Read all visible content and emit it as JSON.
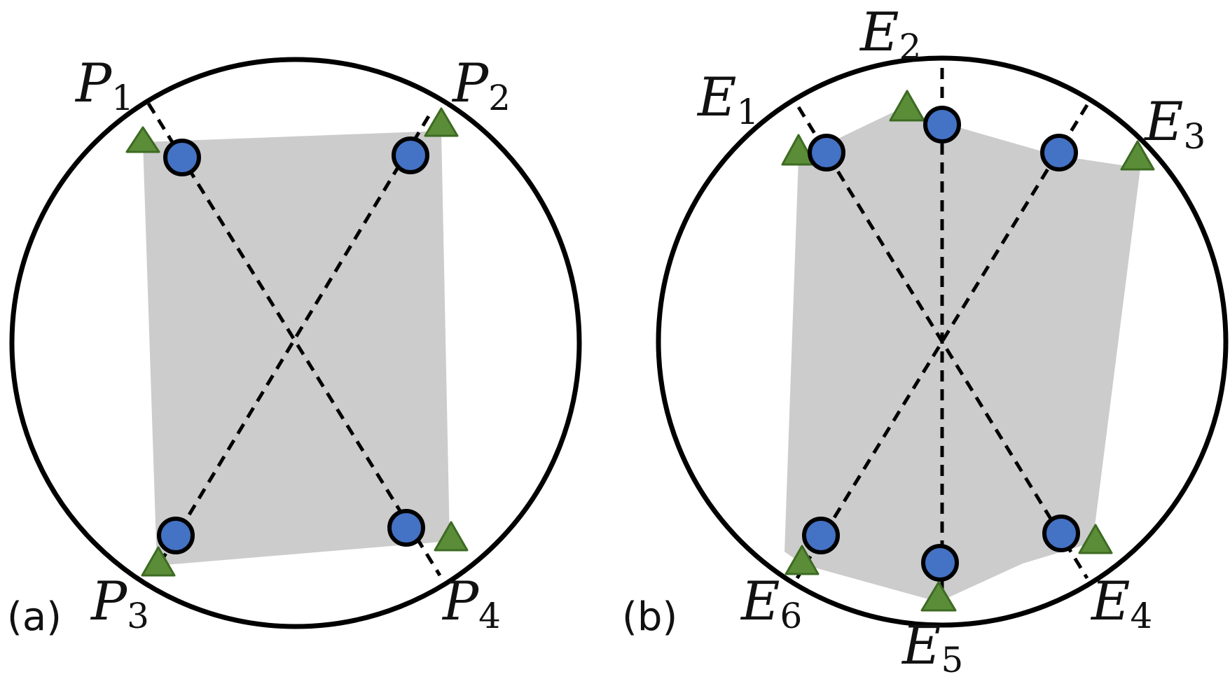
{
  "colors": {
    "circle_stroke": "#000000",
    "region_fill": "#cccccc",
    "dot_fill": "#4472c4",
    "triangle_fill": "#5b8c38",
    "triangle_stroke": "#3d6b22",
    "dash_line": "#000000"
  },
  "panels": [
    {
      "id": "a",
      "label": "(a)",
      "points": [
        {
          "base": "P",
          "sub": "1"
        },
        {
          "base": "P",
          "sub": "2"
        },
        {
          "base": "P",
          "sub": "3"
        },
        {
          "base": "P",
          "sub": "4"
        }
      ]
    },
    {
      "id": "b",
      "label": "(b)",
      "points": [
        {
          "base": "E",
          "sub": "1"
        },
        {
          "base": "E",
          "sub": "2"
        },
        {
          "base": "E",
          "sub": "3"
        },
        {
          "base": "E",
          "sub": "4"
        },
        {
          "base": "E",
          "sub": "5"
        },
        {
          "base": "E",
          "sub": "6"
        }
      ]
    }
  ]
}
